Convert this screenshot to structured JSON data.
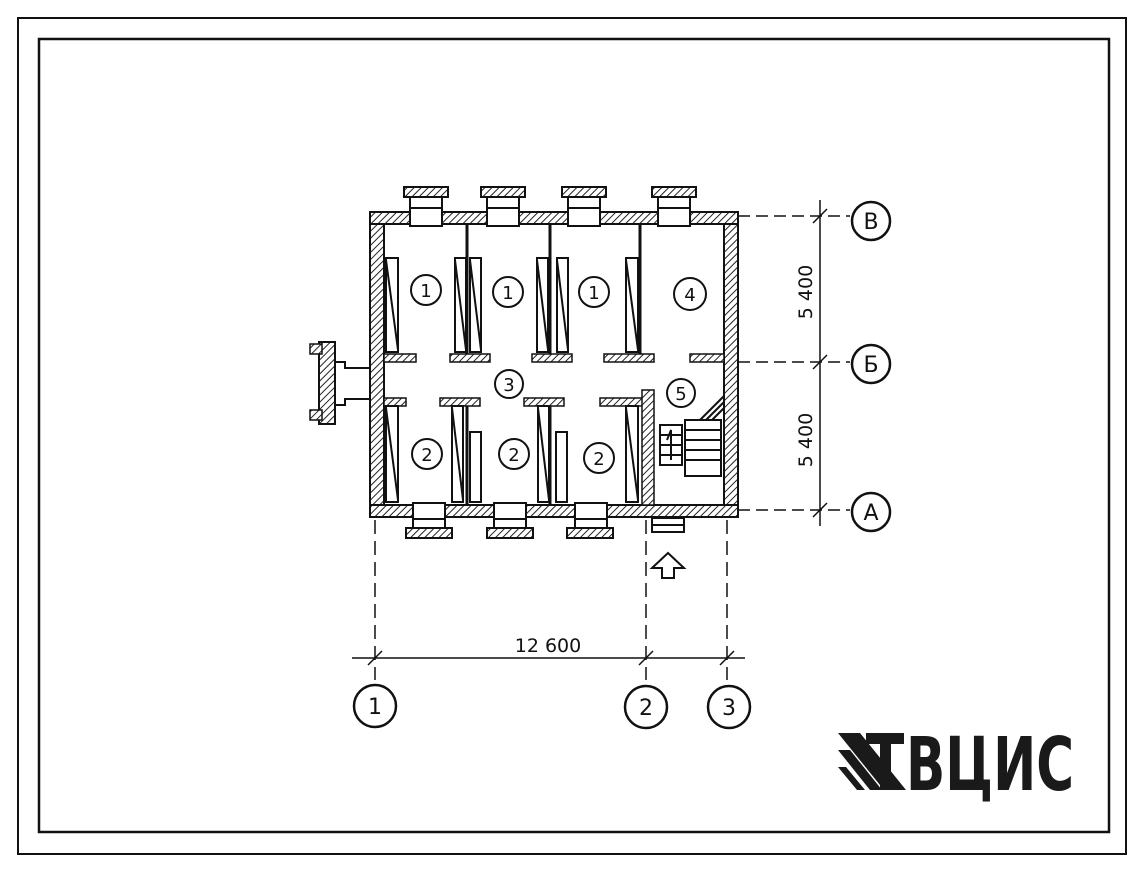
{
  "plan": {
    "rooms": [
      {
        "id": "r1a",
        "label": "1"
      },
      {
        "id": "r1b",
        "label": "1"
      },
      {
        "id": "r1c",
        "label": "1"
      },
      {
        "id": "r4",
        "label": "4"
      },
      {
        "id": "r3",
        "label": "3"
      },
      {
        "id": "r5",
        "label": "5"
      },
      {
        "id": "r2a",
        "label": "2"
      },
      {
        "id": "r2b",
        "label": "2"
      },
      {
        "id": "r2c",
        "label": "2"
      }
    ],
    "axes_vertical": [
      "1",
      "2",
      "3"
    ],
    "axes_horizontal": [
      "В",
      "Б",
      "А"
    ],
    "dimensions": {
      "overall_width": "12 600",
      "bay_top": "5 400",
      "bay_bottom": "5 400"
    }
  },
  "logo": {
    "text": "ВЦИС",
    "mark": "ЦНИИ-monogram"
  },
  "colors": {
    "ink": "#111111",
    "paper": "#ffffff",
    "hatch": "#222222"
  }
}
